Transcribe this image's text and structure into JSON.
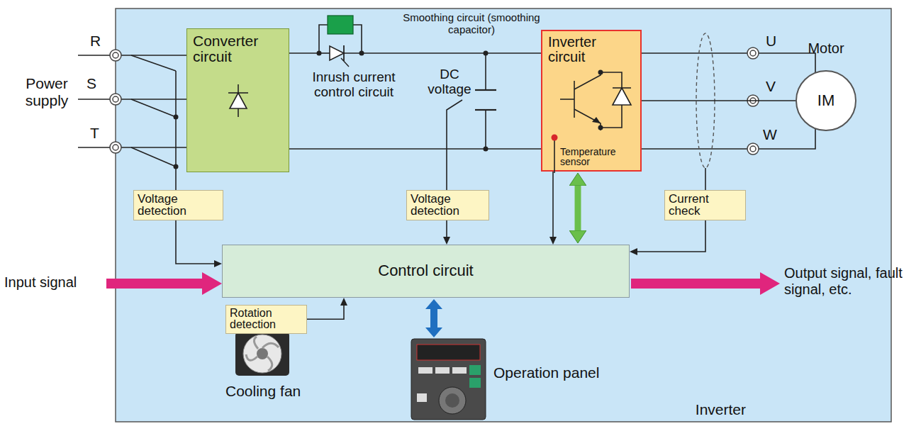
{
  "diagram": {
    "nodes": [
      {
        "text": [
          "Inverter"
        ]
      },
      {
        "text": [
          "Converter circuit"
        ],
        "in": 0
      },
      {
        "text": [
          "Inverter circuit",
          "Temperature sensor"
        ],
        "in": 0
      },
      {
        "text": [
          "Voltage detection"
        ],
        "in": 0
      },
      {
        "text": [
          "Voltage detection"
        ],
        "in": 0
      },
      {
        "text": [
          "Current check"
        ],
        "in": 0
      },
      {
        "text": [
          "Control circuit"
        ],
        "in": 0
      },
      {
        "text": [
          "Rotation detection"
        ],
        "in": 0
      },
      {
        "text": [
          "Motor",
          "IM"
        ]
      }
    ],
    "edges": [
      {
        "from": 3,
        "to": 6,
        "arrow": "to"
      },
      {
        "from": 4,
        "to": 6,
        "arrow": "to"
      },
      {
        "from": 5,
        "to": 6,
        "arrow": "to"
      },
      {
        "from": 2,
        "to": 6,
        "arrow": "to"
      },
      {
        "from": 2,
        "to": 6,
        "arrow": "both"
      },
      {
        "from": 7,
        "to": 6,
        "arrow": "to"
      },
      {
        "from": 1,
        "to": 2,
        "arrow": "none"
      },
      {
        "from": 2,
        "to": 8,
        "arrow": "none"
      }
    ],
    "labels": [
      "R",
      "S",
      "T",
      "Power supply",
      "Inrush current control circuit",
      "Smoothing circuit (smoothing capacitor)",
      "DC voltage",
      "U",
      "V",
      "W",
      "Input signal",
      "Output signal, fault signal, etc.",
      "Cooling fan",
      "Operation panel"
    ]
  }
}
